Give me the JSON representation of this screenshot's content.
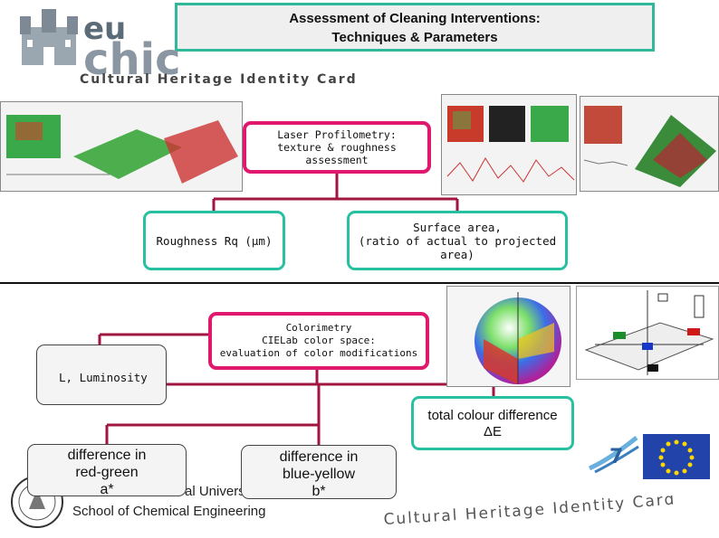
{
  "header": {
    "title_line1": "Assessment of Cleaning Interventions:",
    "title_line2": "Techniques & Parameters"
  },
  "logo": {
    "eu": "eu",
    "chic": "chic",
    "strip": "Cultural Heritage Identity Card"
  },
  "nodes": {
    "laser": "Laser Profilometry: texture & roughness assessment",
    "roughness": "Roughness Rq (μm)",
    "surface_line1": "Surface area,",
    "surface_line2": "(ratio of actual to projected area)",
    "colorimetry_line1": "Colorimetry",
    "colorimetry_line2": "CIELab color space:",
    "colorimetry_line3": "evaluation of color modifications",
    "luminosity": "L, Luminosity",
    "total_line1": "total colour difference",
    "total_line2": "ΔE",
    "redgreen_line1": "difference in",
    "redgreen_line2": "red-green",
    "redgreen_line3": "a*",
    "blueyellow_line1": "difference in",
    "blueyellow_line2": "blue-yellow",
    "blueyellow_line3": "b*"
  },
  "footer": {
    "university_partial": "al Univers",
    "school": "School of Chemical Engineering",
    "curved_banner": "Cultural Heritage Identity Card"
  },
  "colors": {
    "accent_pink": "#e0196f",
    "accent_teal": "#27c0a0",
    "connector": "#a01640"
  }
}
